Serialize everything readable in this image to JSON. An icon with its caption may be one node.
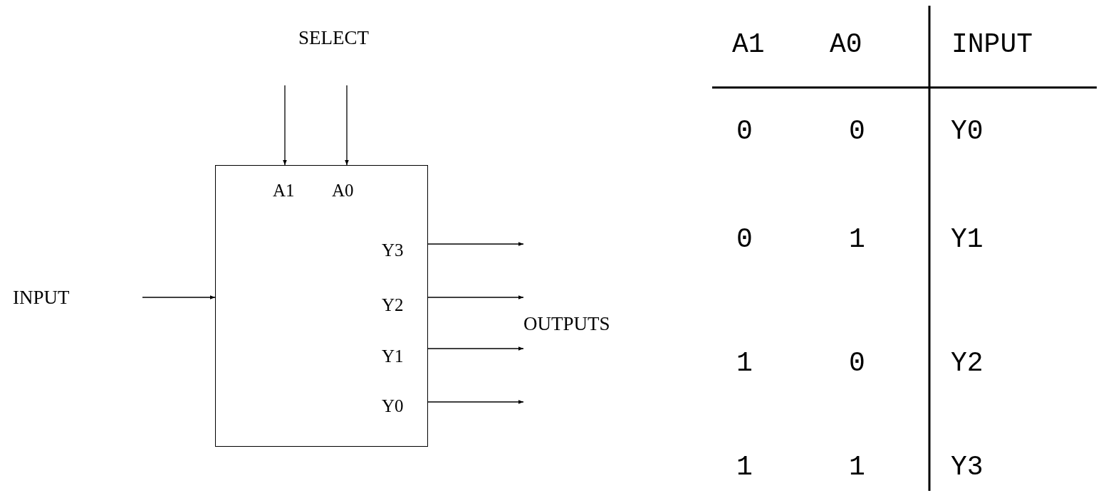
{
  "diagram": {
    "nodes": [
      {
        "text": [
          "SELECT"
        ]
      },
      {
        "text": [
          "A1",
          "A0",
          "Y3",
          "Y2",
          "Y1",
          "Y0"
        ]
      },
      {
        "text": [
          "INPUT"
        ]
      },
      {
        "text": [
          "OUTPUTS"
        ]
      }
    ],
    "edges": [
      {
        "from": 0,
        "to": 1,
        "arrow": "to"
      },
      {
        "from": 0,
        "to": 1,
        "arrow": "to"
      },
      {
        "from": 2,
        "to": 1,
        "arrow": "to"
      },
      {
        "from": 1,
        "to": 3,
        "arrow": "to"
      },
      {
        "from": 1,
        "to": 3,
        "arrow": "to"
      },
      {
        "from": 1,
        "to": 3,
        "arrow": "to"
      },
      {
        "from": 1,
        "to": 3,
        "arrow": "to"
      }
    ],
    "labels": [
      "A1",
      "A0",
      "INPUT",
      "0",
      "0",
      "Y0",
      "0",
      "1",
      "Y1",
      "1",
      "0",
      "Y2",
      "1",
      "1",
      "Y3"
    ]
  }
}
